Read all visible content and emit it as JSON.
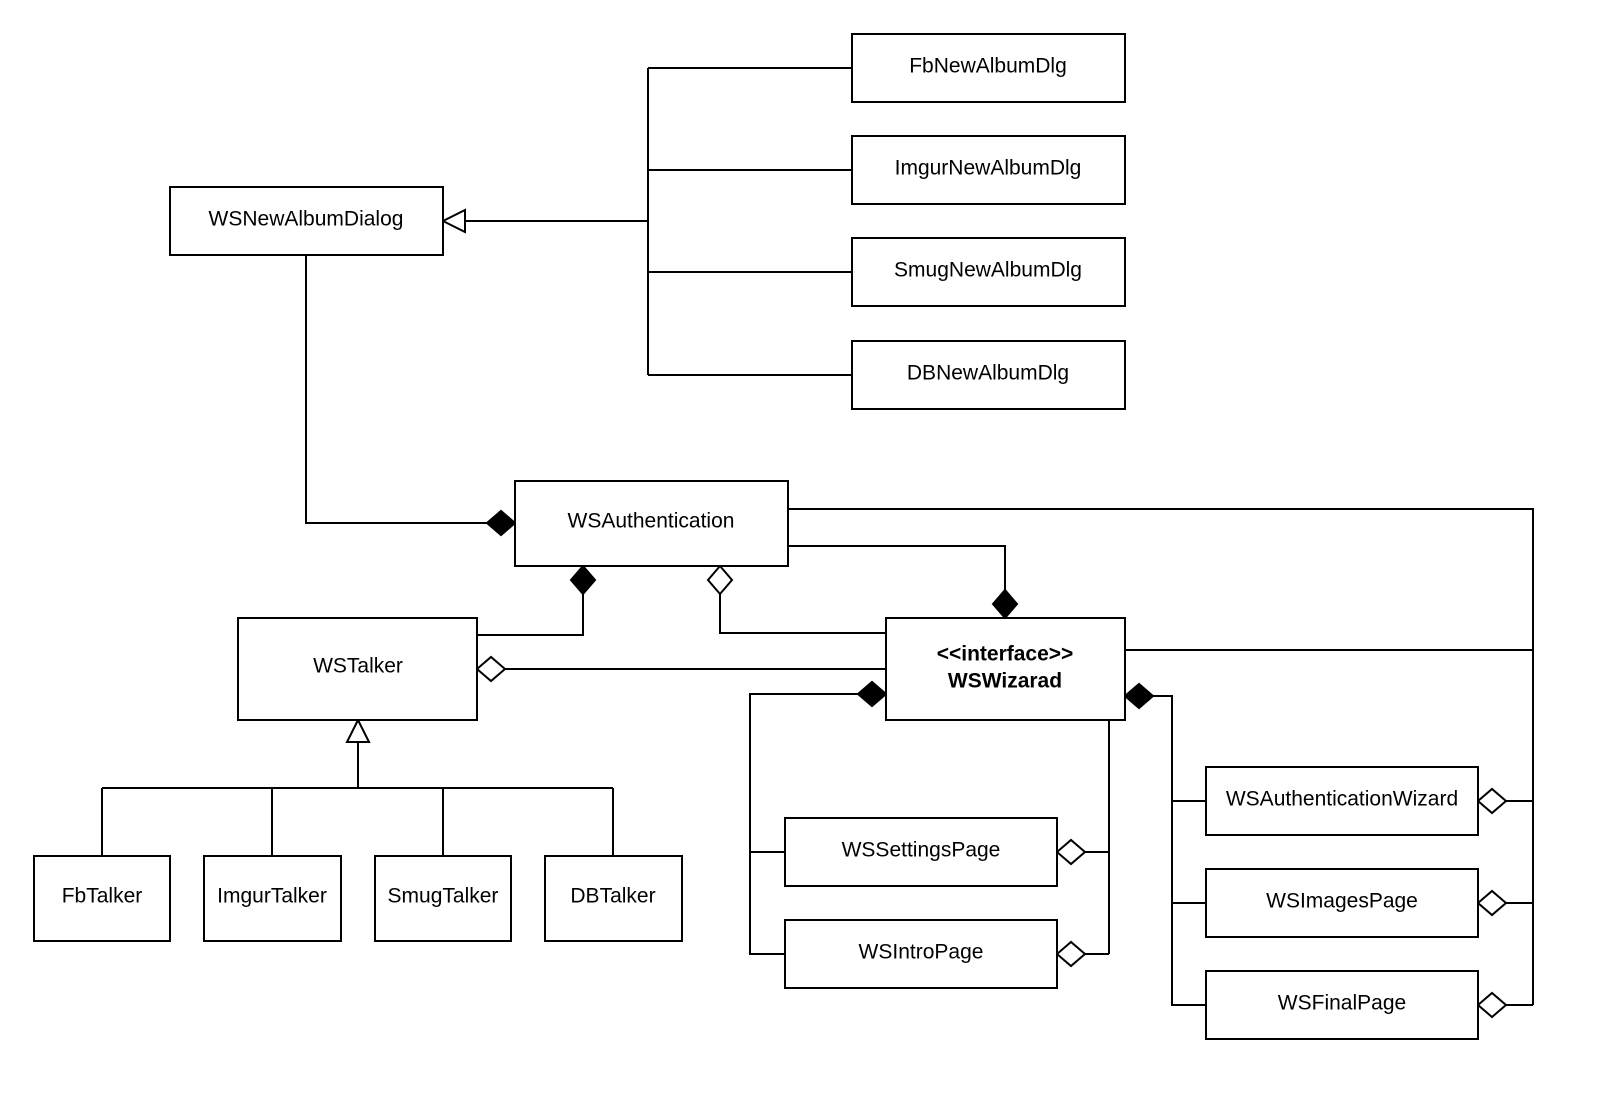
{
  "diagram": {
    "classes": {
      "fb_new_album_dlg": "FbNewAlbumDlg",
      "imgur_new_album_dlg": "ImgurNewAlbumDlg",
      "smug_new_album_dlg": "SmugNewAlbumDlg",
      "db_new_album_dlg": "DBNewAlbumDlg",
      "ws_new_album_dialog": "WSNewAlbumDialog",
      "ws_authentication": "WSAuthentication",
      "ws_talker": "WSTalker",
      "fb_talker": "FbTalker",
      "imgur_talker": "ImgurTalker",
      "smug_talker": "SmugTalker",
      "db_talker": "DBTalker",
      "ws_settings_page": "WSSettingsPage",
      "ws_intro_page": "WSIntroPage",
      "ws_authentication_wizard": "WSAuthenticationWizard",
      "ws_images_page": "WSImagesPage",
      "ws_final_page": "WSFinalPage"
    },
    "interface": {
      "stereotype": "<<interface>>",
      "name": "WSWizarad"
    }
  },
  "colors": {
    "stroke": "#000000",
    "background": "#ffffff"
  }
}
